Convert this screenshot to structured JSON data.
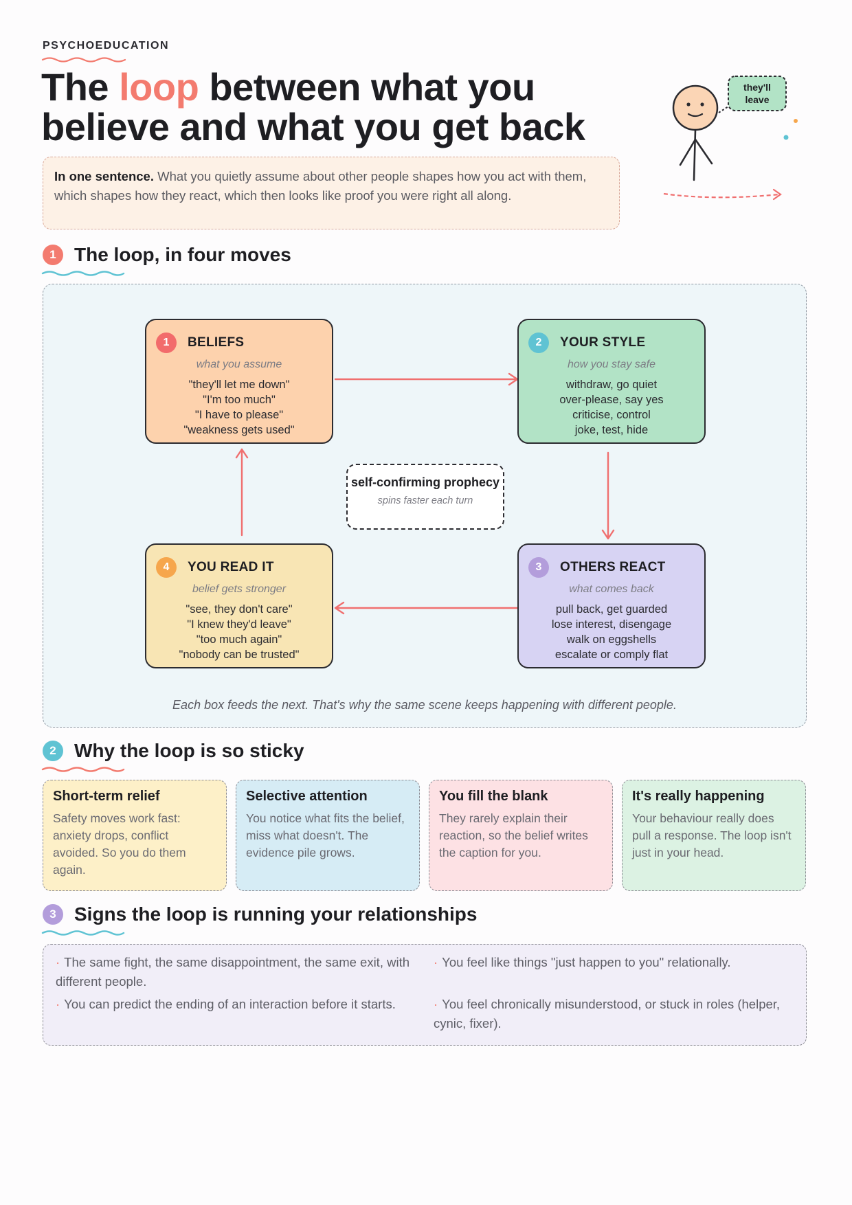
{
  "header": {
    "eyebrow": "PSYCHOEDUCATION",
    "title_part1": "The ",
    "title_accent": "loop",
    "title_part2": " between what you believe and what you get back"
  },
  "summary": {
    "lead": "In one sentence.",
    "text": " What you quietly assume about other people shapes how you act with them, which shapes how they react, which then looks like proof you were right all along."
  },
  "illustration": {
    "speech_bubble_line1": "they'll",
    "speech_bubble_line2": "leave"
  },
  "sections": [
    {
      "number": "1",
      "title": "The loop, in four moves",
      "badge_color": "#f37b6f",
      "squiggle_color": "#5fc3d3"
    },
    {
      "number": "2",
      "title": "Why the loop is so sticky",
      "badge_color": "#5fc3d3",
      "squiggle_color": "#f37b6f"
    },
    {
      "number": "3",
      "title": "Signs the loop is running your relationships",
      "badge_color": "#b39ddb",
      "squiggle_color": "#5fc3d3"
    }
  ],
  "loop": {
    "boxes": [
      {
        "number": "1",
        "title": "BELIEFS",
        "subtitle": "what you assume",
        "lines": [
          "\"they'll let me down\"",
          "\"I'm too much\"",
          "\"I have to please\"",
          "\"weakness gets used\""
        ],
        "fill": "#fdd2ad",
        "badge": "#f26b6b"
      },
      {
        "number": "2",
        "title": "YOUR STYLE",
        "subtitle": "how you stay safe",
        "lines": [
          "withdraw, go quiet",
          "over-please, say yes",
          "criticise, control",
          "joke, test, hide"
        ],
        "fill": "#b2e3c6",
        "badge": "#5fc3d3"
      },
      {
        "number": "3",
        "title": "OTHERS REACT",
        "subtitle": "what comes back",
        "lines": [
          "pull back, get guarded",
          "lose interest, disengage",
          "walk on eggshells",
          "escalate or comply flat"
        ],
        "fill": "#d7d3f3",
        "badge": "#b39ddb"
      },
      {
        "number": "4",
        "title": "YOU READ IT",
        "subtitle": "belief gets stronger",
        "lines": [
          "\"see, they don't care\"",
          "\"I knew they'd leave\"",
          "\"too much again\"",
          "\"nobody can be trusted\""
        ],
        "fill": "#f8e5b4",
        "badge": "#f6a64c"
      }
    ],
    "center_title": "self-confirming prophecy",
    "center_subtitle": "spins faster each turn",
    "caption": "Each box feeds the next. That's why the same scene keeps happening with different people.",
    "arrow_color": "#f06f6f"
  },
  "sticky_cards": [
    {
      "title": "Short-term relief",
      "body": "Safety moves work fast: anxiety drops, conflict avoided. So you do them again.",
      "fill": "#fdf0c8"
    },
    {
      "title": "Selective attention",
      "body": "You notice what fits the belief, miss what doesn't. The evidence pile grows.",
      "fill": "#d6ecf5"
    },
    {
      "title": "You fill the blank",
      "body": "They rarely explain their reaction, so the belief writes the caption for you.",
      "fill": "#fde1e4"
    },
    {
      "title": "It's really happening",
      "body": "Your behaviour really does pull a response. The loop isn't just in your head.",
      "fill": "#dcf2e3"
    }
  ],
  "signs": [
    "The same fight, the same disappointment, the same exit, with different people.",
    "You can predict the ending of an interaction before it starts.",
    "You feel like things \"just happen to you\" relationally.",
    "You feel chronically misunderstood, or stuck in roles (helper, cynic, fixer)."
  ]
}
